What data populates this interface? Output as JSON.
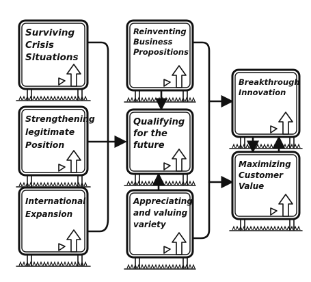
{
  "signs": [
    {
      "id": "surviving-crisis",
      "lines": [
        "Surviving",
        "Crisis",
        "Situations"
      ]
    },
    {
      "id": "strengthening-legitimate",
      "lines": [
        "Strengthening",
        "legitimate",
        "Position"
      ]
    },
    {
      "id": "international-expansion",
      "lines": [
        "International",
        "Expansion"
      ]
    },
    {
      "id": "reinventing-business",
      "lines": [
        "Reinventing",
        "Business",
        "Propositions"
      ]
    },
    {
      "id": "qualifying-future",
      "lines": [
        "Qualifying",
        "for the",
        "future"
      ]
    },
    {
      "id": "appreciating-variety",
      "lines": [
        "Appreciating",
        "and valuing",
        "variety"
      ]
    },
    {
      "id": "breakthrough-innovation",
      "lines": [
        "Breakthrough",
        "Innovation"
      ]
    },
    {
      "id": "maximizing-customer",
      "lines": [
        "Maximizing",
        "Customer",
        "Value"
      ]
    }
  ]
}
